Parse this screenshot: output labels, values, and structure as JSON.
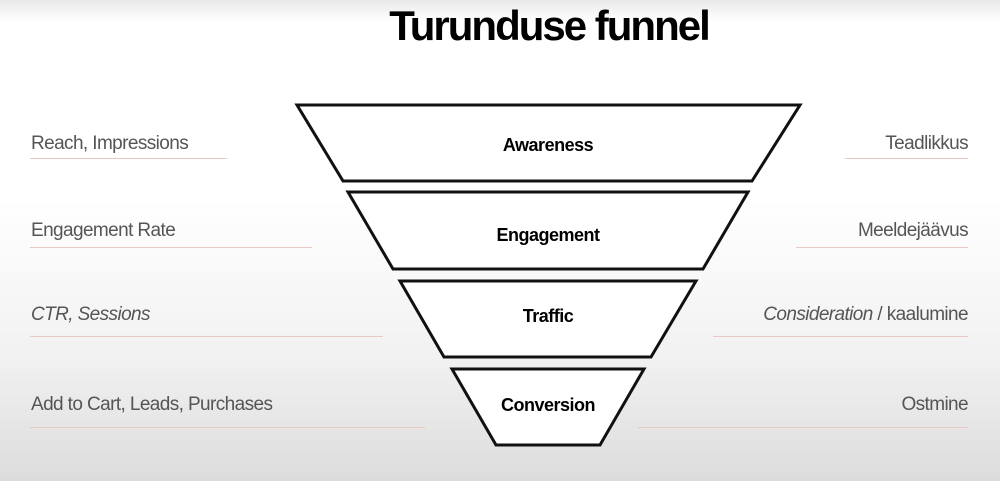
{
  "title": "Turunduse funnel",
  "stages": [
    {
      "name": "Awareness",
      "metric": "Reach, Impressions",
      "stage_et": "Teadlikkus"
    },
    {
      "name": "Engagement",
      "metric": "Engagement Rate",
      "stage_et": "Meeldejäävus"
    },
    {
      "name": "Traffic",
      "metric": "CTR, Sessions",
      "stage_et_italic": "Consideration",
      "stage_et": " / kaalumine"
    },
    {
      "name": "Conversion",
      "metric": "Add to Cart, Leads, Purchases",
      "stage_et": "Ostmine"
    }
  ]
}
